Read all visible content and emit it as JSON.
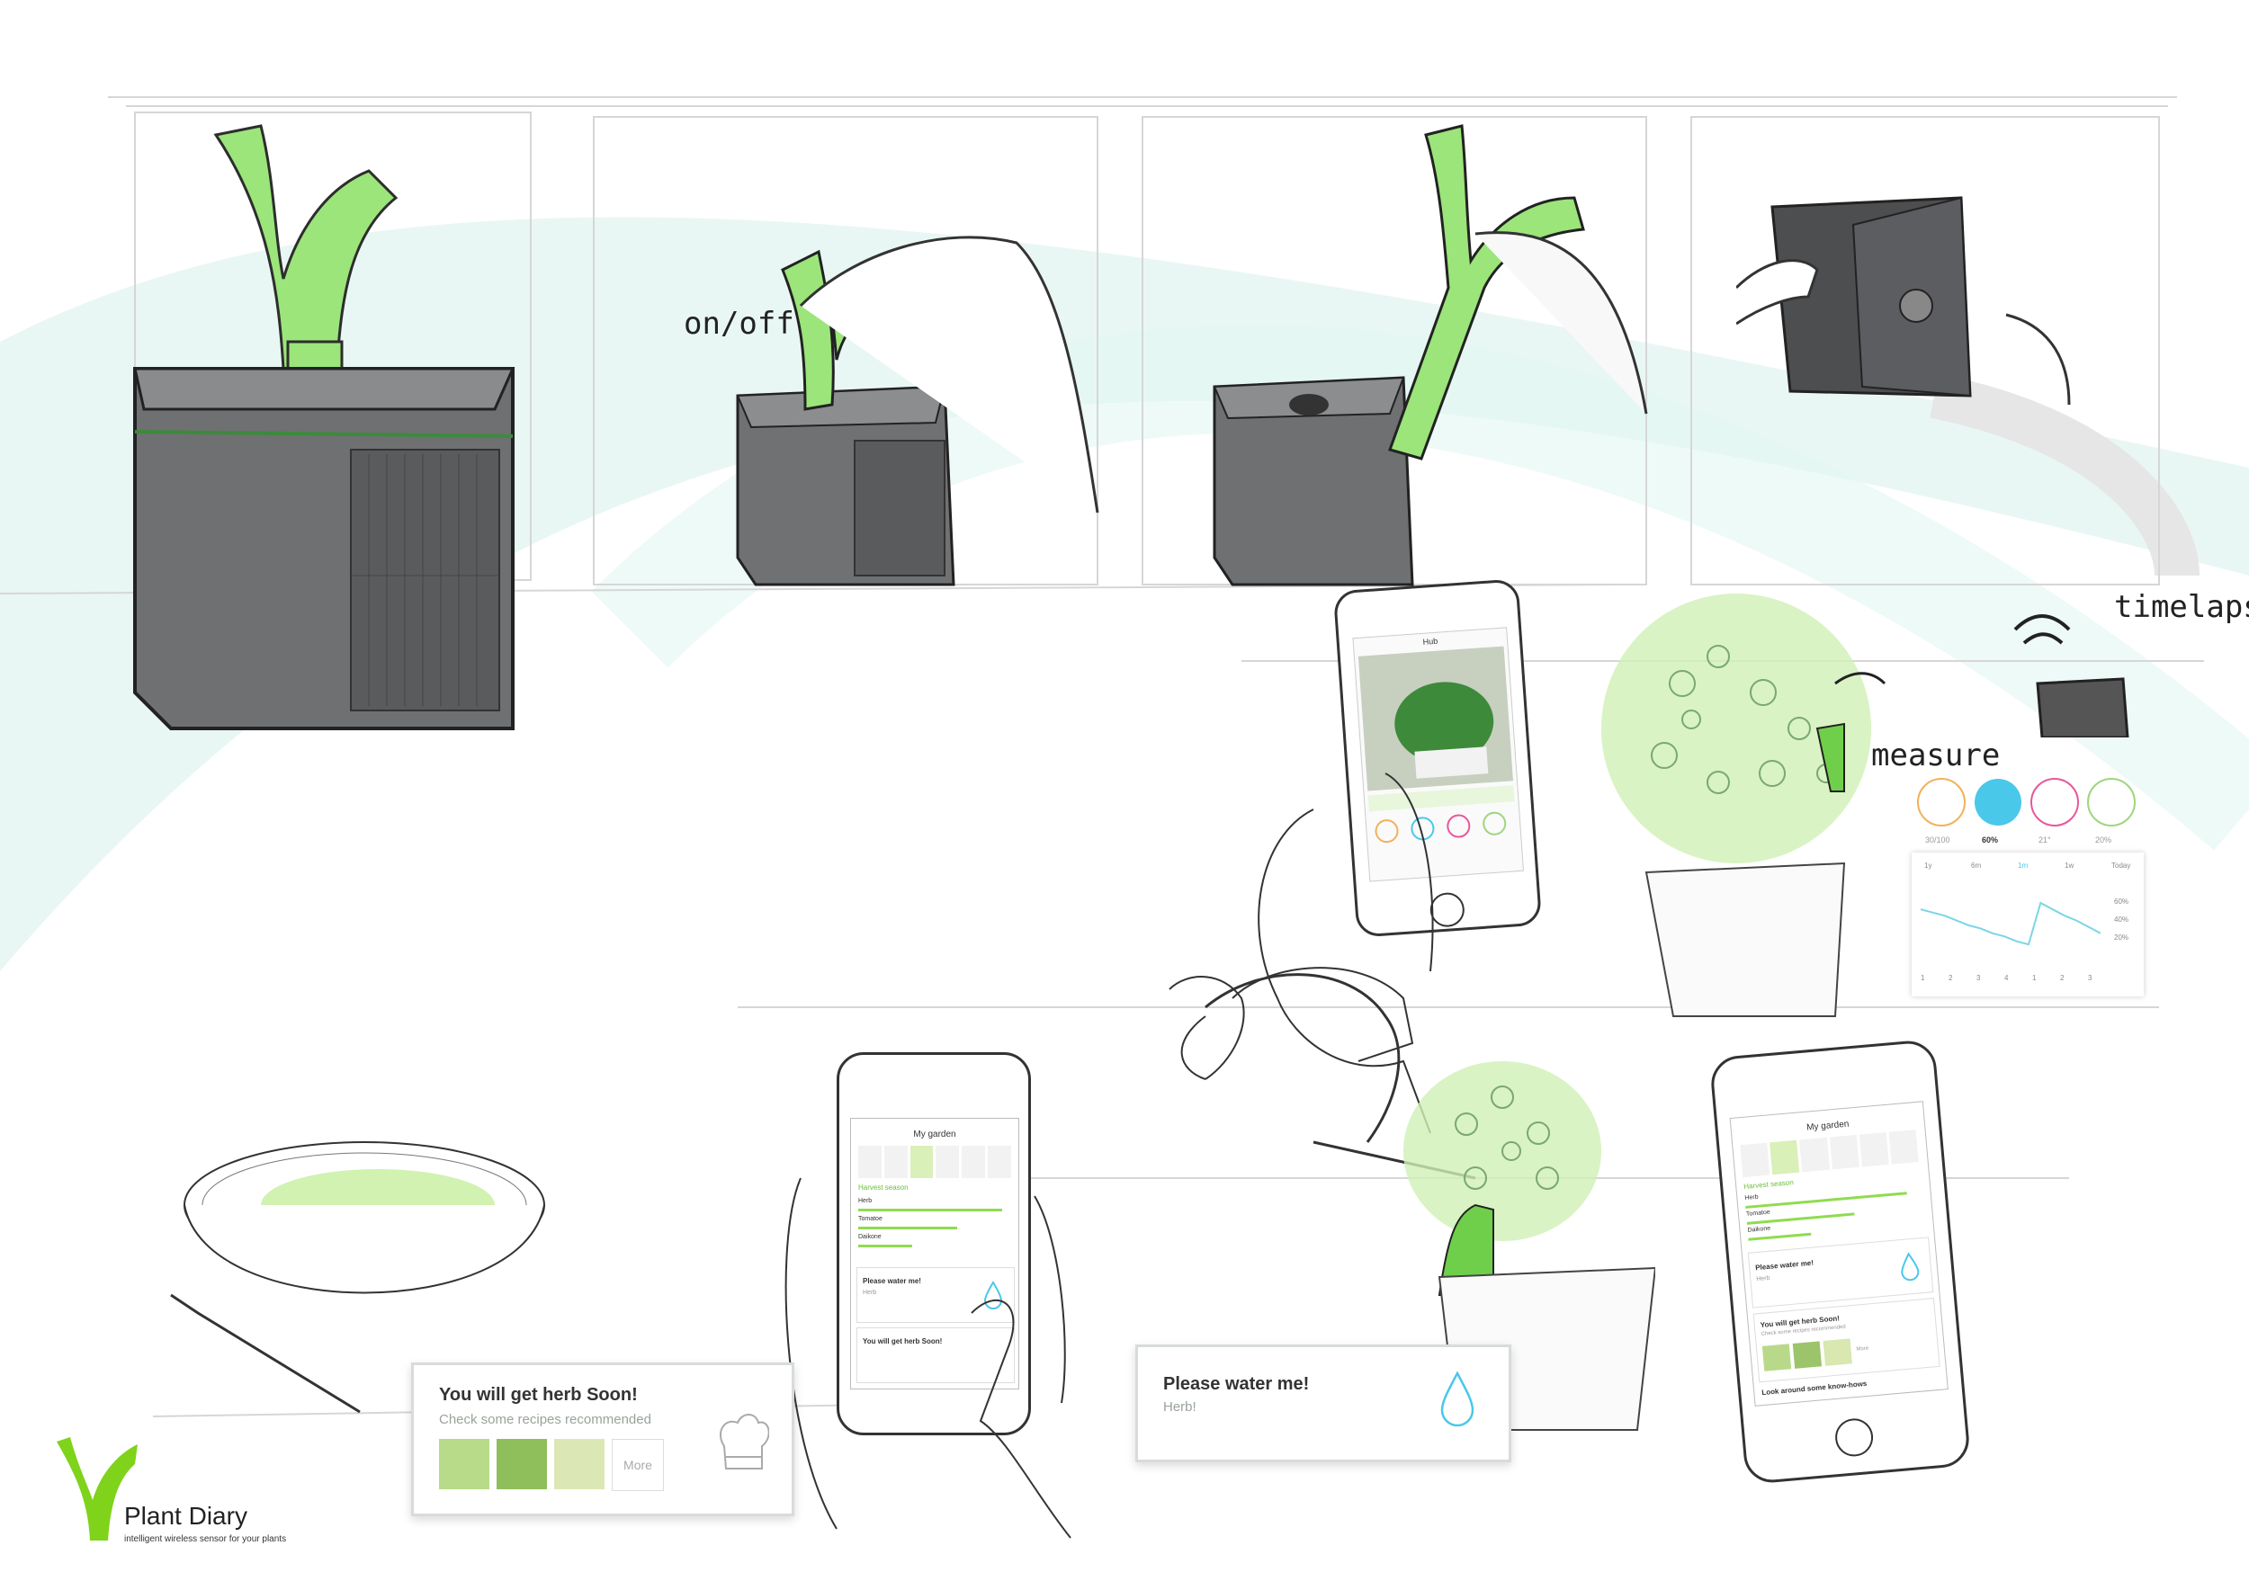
{
  "labels": {
    "on_off": "on/off",
    "timelapse": "timelapse",
    "measure": "measure"
  },
  "measure_panel": {
    "readings": [
      "30/100",
      "60%",
      "21°",
      "20%"
    ],
    "chart_tabs": [
      "1y",
      "6m",
      "1m",
      "1w",
      "Today"
    ],
    "y_ticks": [
      "60%",
      "40%",
      "20%"
    ],
    "x_ticks": [
      "1",
      "2",
      "3",
      "4",
      "1",
      "2",
      "3"
    ],
    "chart_values": [
      0.62,
      0.6,
      0.58,
      0.55,
      0.52,
      0.5,
      0.47,
      0.45,
      0.42,
      0.4,
      0.66,
      0.62,
      0.58,
      0.55,
      0.51,
      0.47
    ],
    "colors": {
      "sun": "#f2b15a",
      "water": "#49c8ea",
      "temp": "#e8589a",
      "soil": "#9fd57e",
      "line": "#7bd5e6"
    }
  },
  "hub_phone": {
    "title": "Hub"
  },
  "garden_phone_left": {
    "title": "My garden",
    "section": "Harvest season",
    "plants": [
      "Herb",
      "Tomatoe",
      "Daikone"
    ],
    "water_title": "Please water me!",
    "water_sub": "Herb",
    "herb_title": "You will get herb Soon!"
  },
  "garden_phone_right": {
    "title": "My garden",
    "section": "Harvest season",
    "plants": [
      "Herb",
      "Tomatoe",
      "Daikone"
    ],
    "water_title": "Please water me!",
    "water_sub": "Herb",
    "herb_title": "You will get herb Soon!",
    "herb_sub": "Check some recipes recommended",
    "more": "More",
    "footer": "Look around some know-hows"
  },
  "notification_herb": {
    "title": "You will get herb Soon!",
    "subtitle": "Check some recipes recommended",
    "more_label": "More"
  },
  "notification_water": {
    "title": "Please water me!",
    "subtitle": "Herb!"
  },
  "brand": {
    "name": "Plant Diary",
    "tagline": "intelligent wireless sensor for your plants",
    "color": "#7fd31a"
  }
}
